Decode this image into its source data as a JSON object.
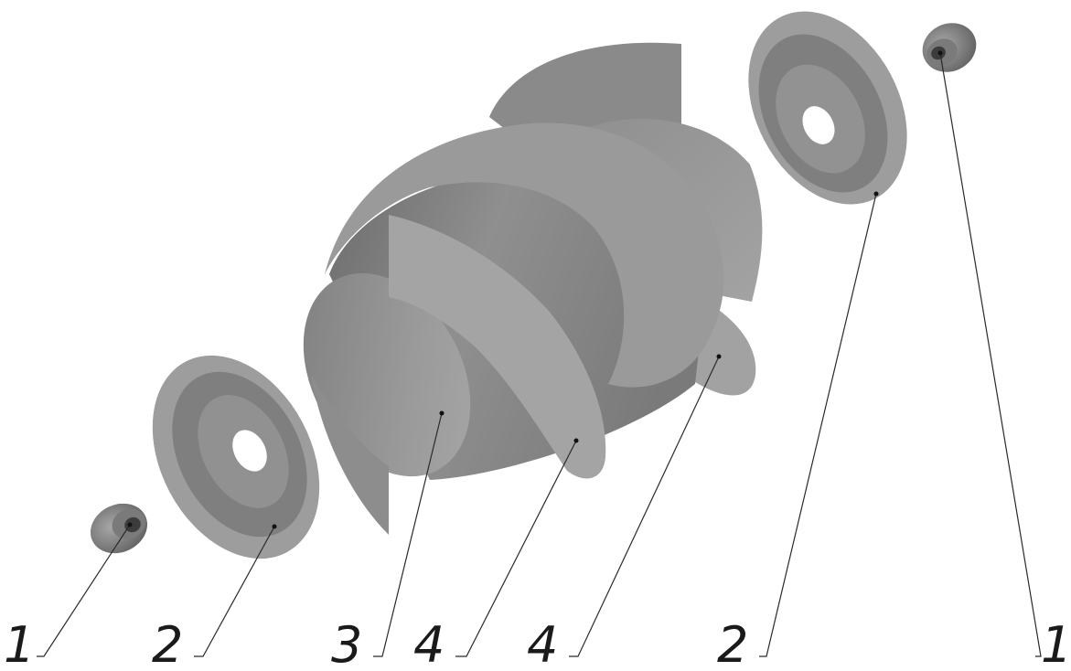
{
  "figure": {
    "callouts": [
      {
        "id": "bush-left",
        "label": "1"
      },
      {
        "id": "disc-left",
        "label": "2"
      },
      {
        "id": "core",
        "label": "3"
      },
      {
        "id": "blade-front",
        "label": "4"
      },
      {
        "id": "blade-back",
        "label": "4"
      },
      {
        "id": "disc-right",
        "label": "2"
      },
      {
        "id": "bush-right",
        "label": "1"
      }
    ]
  }
}
